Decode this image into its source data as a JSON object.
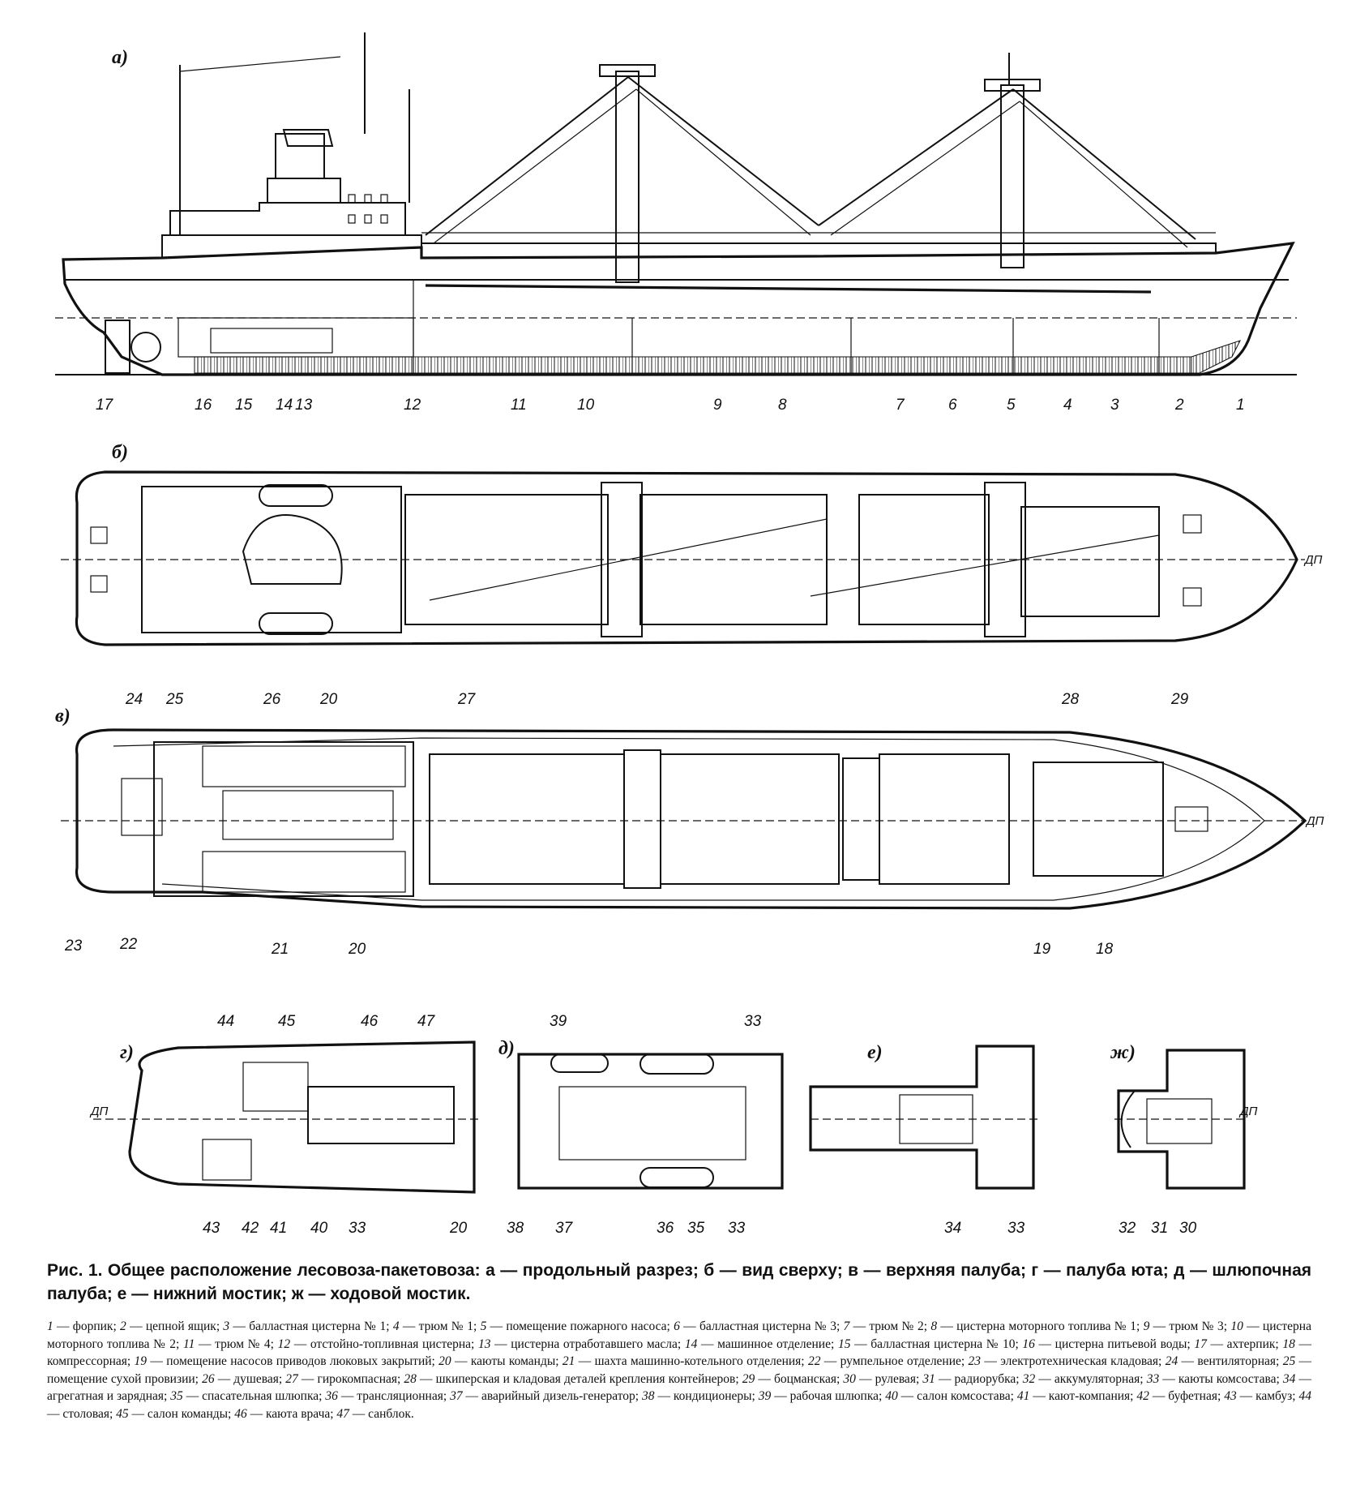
{
  "panels": {
    "a": "а)",
    "b": "б)",
    "v": "в)",
    "g": "г)",
    "d": "д)",
    "e": "е)",
    "zh": "ж)"
  },
  "centerline_label": "ДП",
  "callouts": {
    "a": [
      "17",
      "16",
      "15",
      "14",
      "13",
      "12",
      "11",
      "10",
      "9",
      "8",
      "7",
      "6",
      "5",
      "4",
      "3",
      "2",
      "1"
    ],
    "v_top": [
      "24",
      "25",
      "26",
      "20",
      "27",
      "28",
      "29"
    ],
    "v_bottom": [
      "23",
      "22",
      "21",
      "20",
      "19",
      "18"
    ],
    "g_top": [
      "44",
      "45",
      "46",
      "47"
    ],
    "g_bottom": [
      "43",
      "42",
      "41",
      "40",
      "33",
      "20"
    ],
    "d_top": [
      "39",
      "33"
    ],
    "d_bottom": [
      "38",
      "37",
      "36",
      "35",
      "33"
    ],
    "e_bottom": [
      "34",
      "33"
    ],
    "zh_bottom": [
      "32",
      "31",
      "30"
    ]
  },
  "caption": "Рис. 1. Общее расположение лесовоза-пакетовоза: а — продольный разрез; б — вид сверху; в — верхняя палуба; г — палуба юта; д — шлюпочная палуба; е — нижний мостик; ж — ходовой мостик.",
  "legend": [
    {
      "n": "1",
      "t": "форпик"
    },
    {
      "n": "2",
      "t": "цепной ящик"
    },
    {
      "n": "3",
      "t": "балластная цистерна № 1"
    },
    {
      "n": "4",
      "t": "трюм № 1"
    },
    {
      "n": "5",
      "t": "помещение пожарного насоса"
    },
    {
      "n": "6",
      "t": "балластная цистерна № 3"
    },
    {
      "n": "7",
      "t": "трюм № 2"
    },
    {
      "n": "8",
      "t": "цистерна моторного топлива № 1"
    },
    {
      "n": "9",
      "t": "трюм № 3"
    },
    {
      "n": "10",
      "t": "цистерна моторного топлива № 2"
    },
    {
      "n": "11",
      "t": "трюм № 4"
    },
    {
      "n": "12",
      "t": "отстойно-топливная цистерна"
    },
    {
      "n": "13",
      "t": "цистерна отработавшего масла"
    },
    {
      "n": "14",
      "t": "машинное отделение"
    },
    {
      "n": "15",
      "t": "балластная цистерна № 10"
    },
    {
      "n": "16",
      "t": "цистерна питьевой воды"
    },
    {
      "n": "17",
      "t": "ахтерпик"
    },
    {
      "n": "18",
      "t": "компрессорная"
    },
    {
      "n": "19",
      "t": "помещение насосов приводов люковых закрытий"
    },
    {
      "n": "20",
      "t": "каюты команды"
    },
    {
      "n": "21",
      "t": "шахта машинно-котельного отделения"
    },
    {
      "n": "22",
      "t": "румпельное отделение"
    },
    {
      "n": "23",
      "t": "электротехническая кладовая"
    },
    {
      "n": "24",
      "t": "вентиляторная"
    },
    {
      "n": "25",
      "t": "помещение сухой провизии"
    },
    {
      "n": "26",
      "t": "душевая"
    },
    {
      "n": "27",
      "t": "гирокомпасная"
    },
    {
      "n": "28",
      "t": "шкиперская и кладовая деталей крепления контейнеров"
    },
    {
      "n": "29",
      "t": "боцманская"
    },
    {
      "n": "30",
      "t": "рулевая"
    },
    {
      "n": "31",
      "t": "радиорубка"
    },
    {
      "n": "32",
      "t": "аккумуляторная"
    },
    {
      "n": "33",
      "t": "каюты комсостава"
    },
    {
      "n": "34",
      "t": "агрегатная и зарядная"
    },
    {
      "n": "35",
      "t": "спасательная шлюпка"
    },
    {
      "n": "36",
      "t": "трансляционная"
    },
    {
      "n": "37",
      "t": "аварийный дизель-генератор"
    },
    {
      "n": "38",
      "t": "кондиционеры"
    },
    {
      "n": "39",
      "t": "рабочая шлюпка"
    },
    {
      "n": "40",
      "t": "салон комсостава"
    },
    {
      "n": "41",
      "t": "кают-компания"
    },
    {
      "n": "42",
      "t": "буфетная"
    },
    {
      "n": "43",
      "t": "камбуз"
    },
    {
      "n": "44",
      "t": "столовая"
    },
    {
      "n": "45",
      "t": "салон команды"
    },
    {
      "n": "46",
      "t": "каюта врача"
    },
    {
      "n": "47",
      "t": "санблок"
    }
  ]
}
